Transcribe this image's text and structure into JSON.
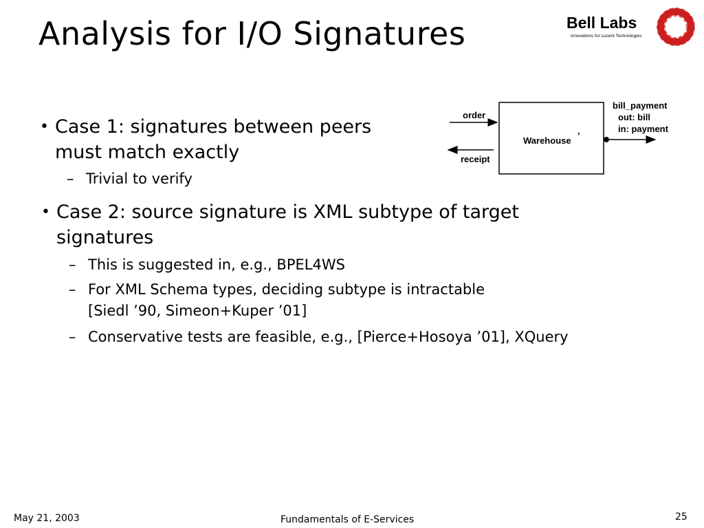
{
  "slide": {
    "title": "Analysis for I/O Signatures"
  },
  "logo": {
    "name": "Bell Labs",
    "tagline": "Innovations for Lucent Technologies",
    "ring_color": "#cc1f1f"
  },
  "bullets": [
    {
      "lines": [
        "Case 1: signatures between peers",
        "must match exactly"
      ],
      "subs": [
        {
          "lines": [
            "Trivial to verify"
          ]
        }
      ]
    },
    {
      "lines": [
        "Case 2: source signature is XML subtype of target",
        "signatures"
      ],
      "subs": [
        {
          "lines": [
            "This is suggested in, e.g., BPEL4WS"
          ]
        },
        {
          "lines": [
            "For XML Schema types, deciding subtype is intractable",
            "[Siedl ’90, Simeon+Kuper ’01]"
          ]
        },
        {
          "lines": [
            "Conservative tests are feasible, e.g., [Pierce+Hosoya ’01], XQuery"
          ]
        }
      ]
    }
  ],
  "diagram": {
    "box_label": "Warehouse",
    "box_mark": "’",
    "input_label": "order",
    "output_label": "receipt",
    "port_name": "bill_payment",
    "port_out": "out: bill",
    "port_in": "in: payment"
  },
  "footer": {
    "date": "May 21, 2003",
    "center": "Fundamentals of E-Services",
    "page": "25"
  }
}
